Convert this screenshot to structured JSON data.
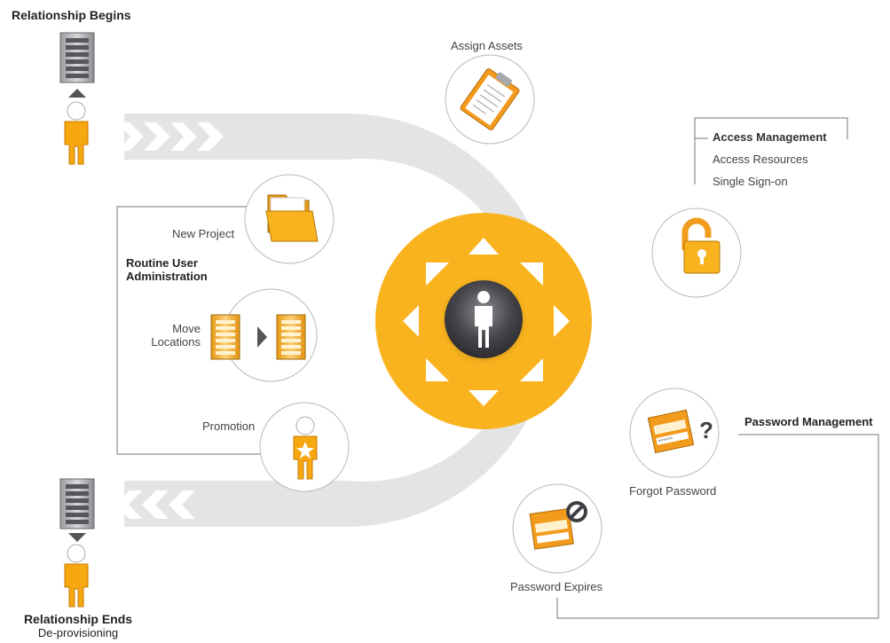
{
  "lifecycle": {
    "begins_title": "Relationship Begins",
    "ends_title": "Relationship Ends",
    "ends_subtitle": "De-provisioning"
  },
  "stages": {
    "assign_assets": "Assign Assets",
    "new_project": "New Project",
    "move_locations_line1": "Move",
    "move_locations_line2": "Locations",
    "promotion": "Promotion",
    "forgot_password": "Forgot Password",
    "password_expires": "Password Expires"
  },
  "groups": {
    "routine_line1": "Routine User",
    "routine_line2": "Administration",
    "access_management": "Access Management",
    "access_resources": "Access Resources",
    "single_sign_on": "Single Sign-on",
    "password_management": "Password Management"
  },
  "colors": {
    "accent_orange": "#f9b31e",
    "ring_gray": "#e3e4e5",
    "hub_dark": "#3f3e44",
    "arrow_white": "#ffffff"
  },
  "icons": {
    "user": "user-icon",
    "building": "building-icon",
    "clipboard": "clipboard-icon",
    "folder": "folder-icon",
    "padlock": "padlock-icon",
    "password_form": "password-form-icon",
    "question": "question-mark-icon",
    "forbidden": "forbidden-icon",
    "star_user": "star-user-icon"
  }
}
